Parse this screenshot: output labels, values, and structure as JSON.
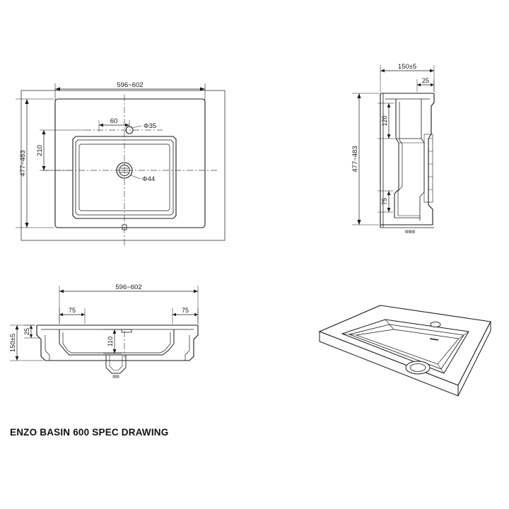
{
  "document": {
    "caption": "ENZO BASIN 600 SPEC DRAWING",
    "background": "#ffffff",
    "line_color": "#1a1a1a",
    "dash_color": "#444444"
  },
  "views": {
    "top": {
      "name": "top-view",
      "dimensions": {
        "width_overall": "596~602",
        "height_overall": "477~483",
        "inner_height": "210",
        "tap_hole_offset": "60",
        "tap_hole_dia": "Φ35",
        "waste_dia": "Φ44"
      }
    },
    "side_section": {
      "name": "side-section-view",
      "dimensions": {
        "depth_overall": "150±5",
        "height_overall": "477~483",
        "top_lip": "25",
        "bowl_depth": "120",
        "bottom_rise": "75"
      }
    },
    "front_section": {
      "name": "front-section-view",
      "dimensions": {
        "width_overall": "596~602",
        "height_overall": "150±5",
        "lip": "25",
        "left_offset": "75",
        "right_offset": "75",
        "bowl_depth": "110"
      }
    },
    "iso": {
      "name": "isometric-view",
      "label": ""
    }
  }
}
